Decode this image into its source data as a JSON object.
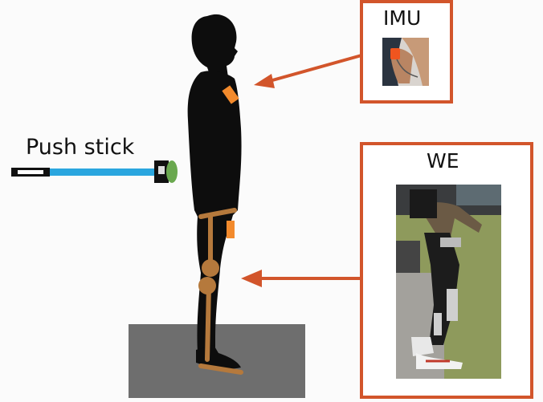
{
  "labels": {
    "push_stick": "Push stick",
    "imu": "IMU",
    "we": "WE"
  },
  "colors": {
    "accent": "#d2552b",
    "silhouette": "#0d0d0d",
    "stick_blue": "#2aa6df",
    "platform": "#6e6e6e",
    "knob_green": "#6aa84f",
    "exo_brown": "#b5793c",
    "sensor_orange": "#f28a2c"
  },
  "icons": {
    "imu_photo": "imu-sensor-photo",
    "we_photo": "wearable-exoskeleton-photo"
  }
}
